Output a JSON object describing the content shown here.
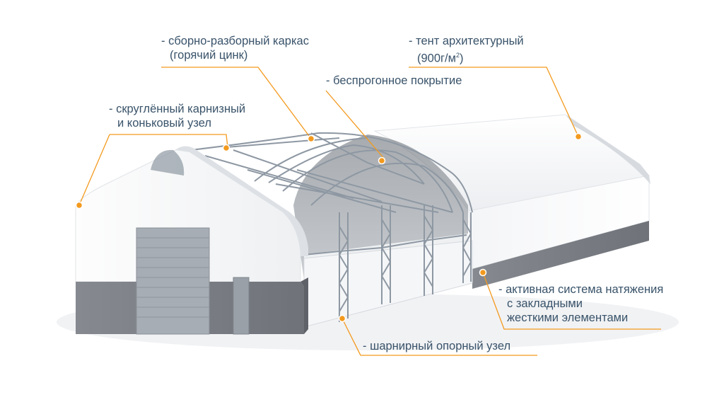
{
  "colors": {
    "accent": "#f39a1e",
    "label_text": "#39536a",
    "leader_line": "#f39a1e",
    "tent": "#ffffff",
    "frame": "#8e98a3",
    "base": "#7c8087"
  },
  "labels": {
    "frame": {
      "line1": "- сборно-разборный каркас",
      "line2": "(горячий цинк)"
    },
    "tent": {
      "line1": "- тент архитектурный",
      "line2_main": "(900г/м",
      "line2_sup": "2",
      "line2_end": ")"
    },
    "roof": {
      "line1": "- беспрогонное покрытие"
    },
    "eave": {
      "line1": "- скруглённый карнизный",
      "line2": "и коньковый узел"
    },
    "tension": {
      "line1": "- активная система натяжения",
      "line2": "с закладными",
      "line3": "жесткими элементами"
    },
    "hinge": {
      "line1": "- шарнирный опорный узел"
    }
  }
}
